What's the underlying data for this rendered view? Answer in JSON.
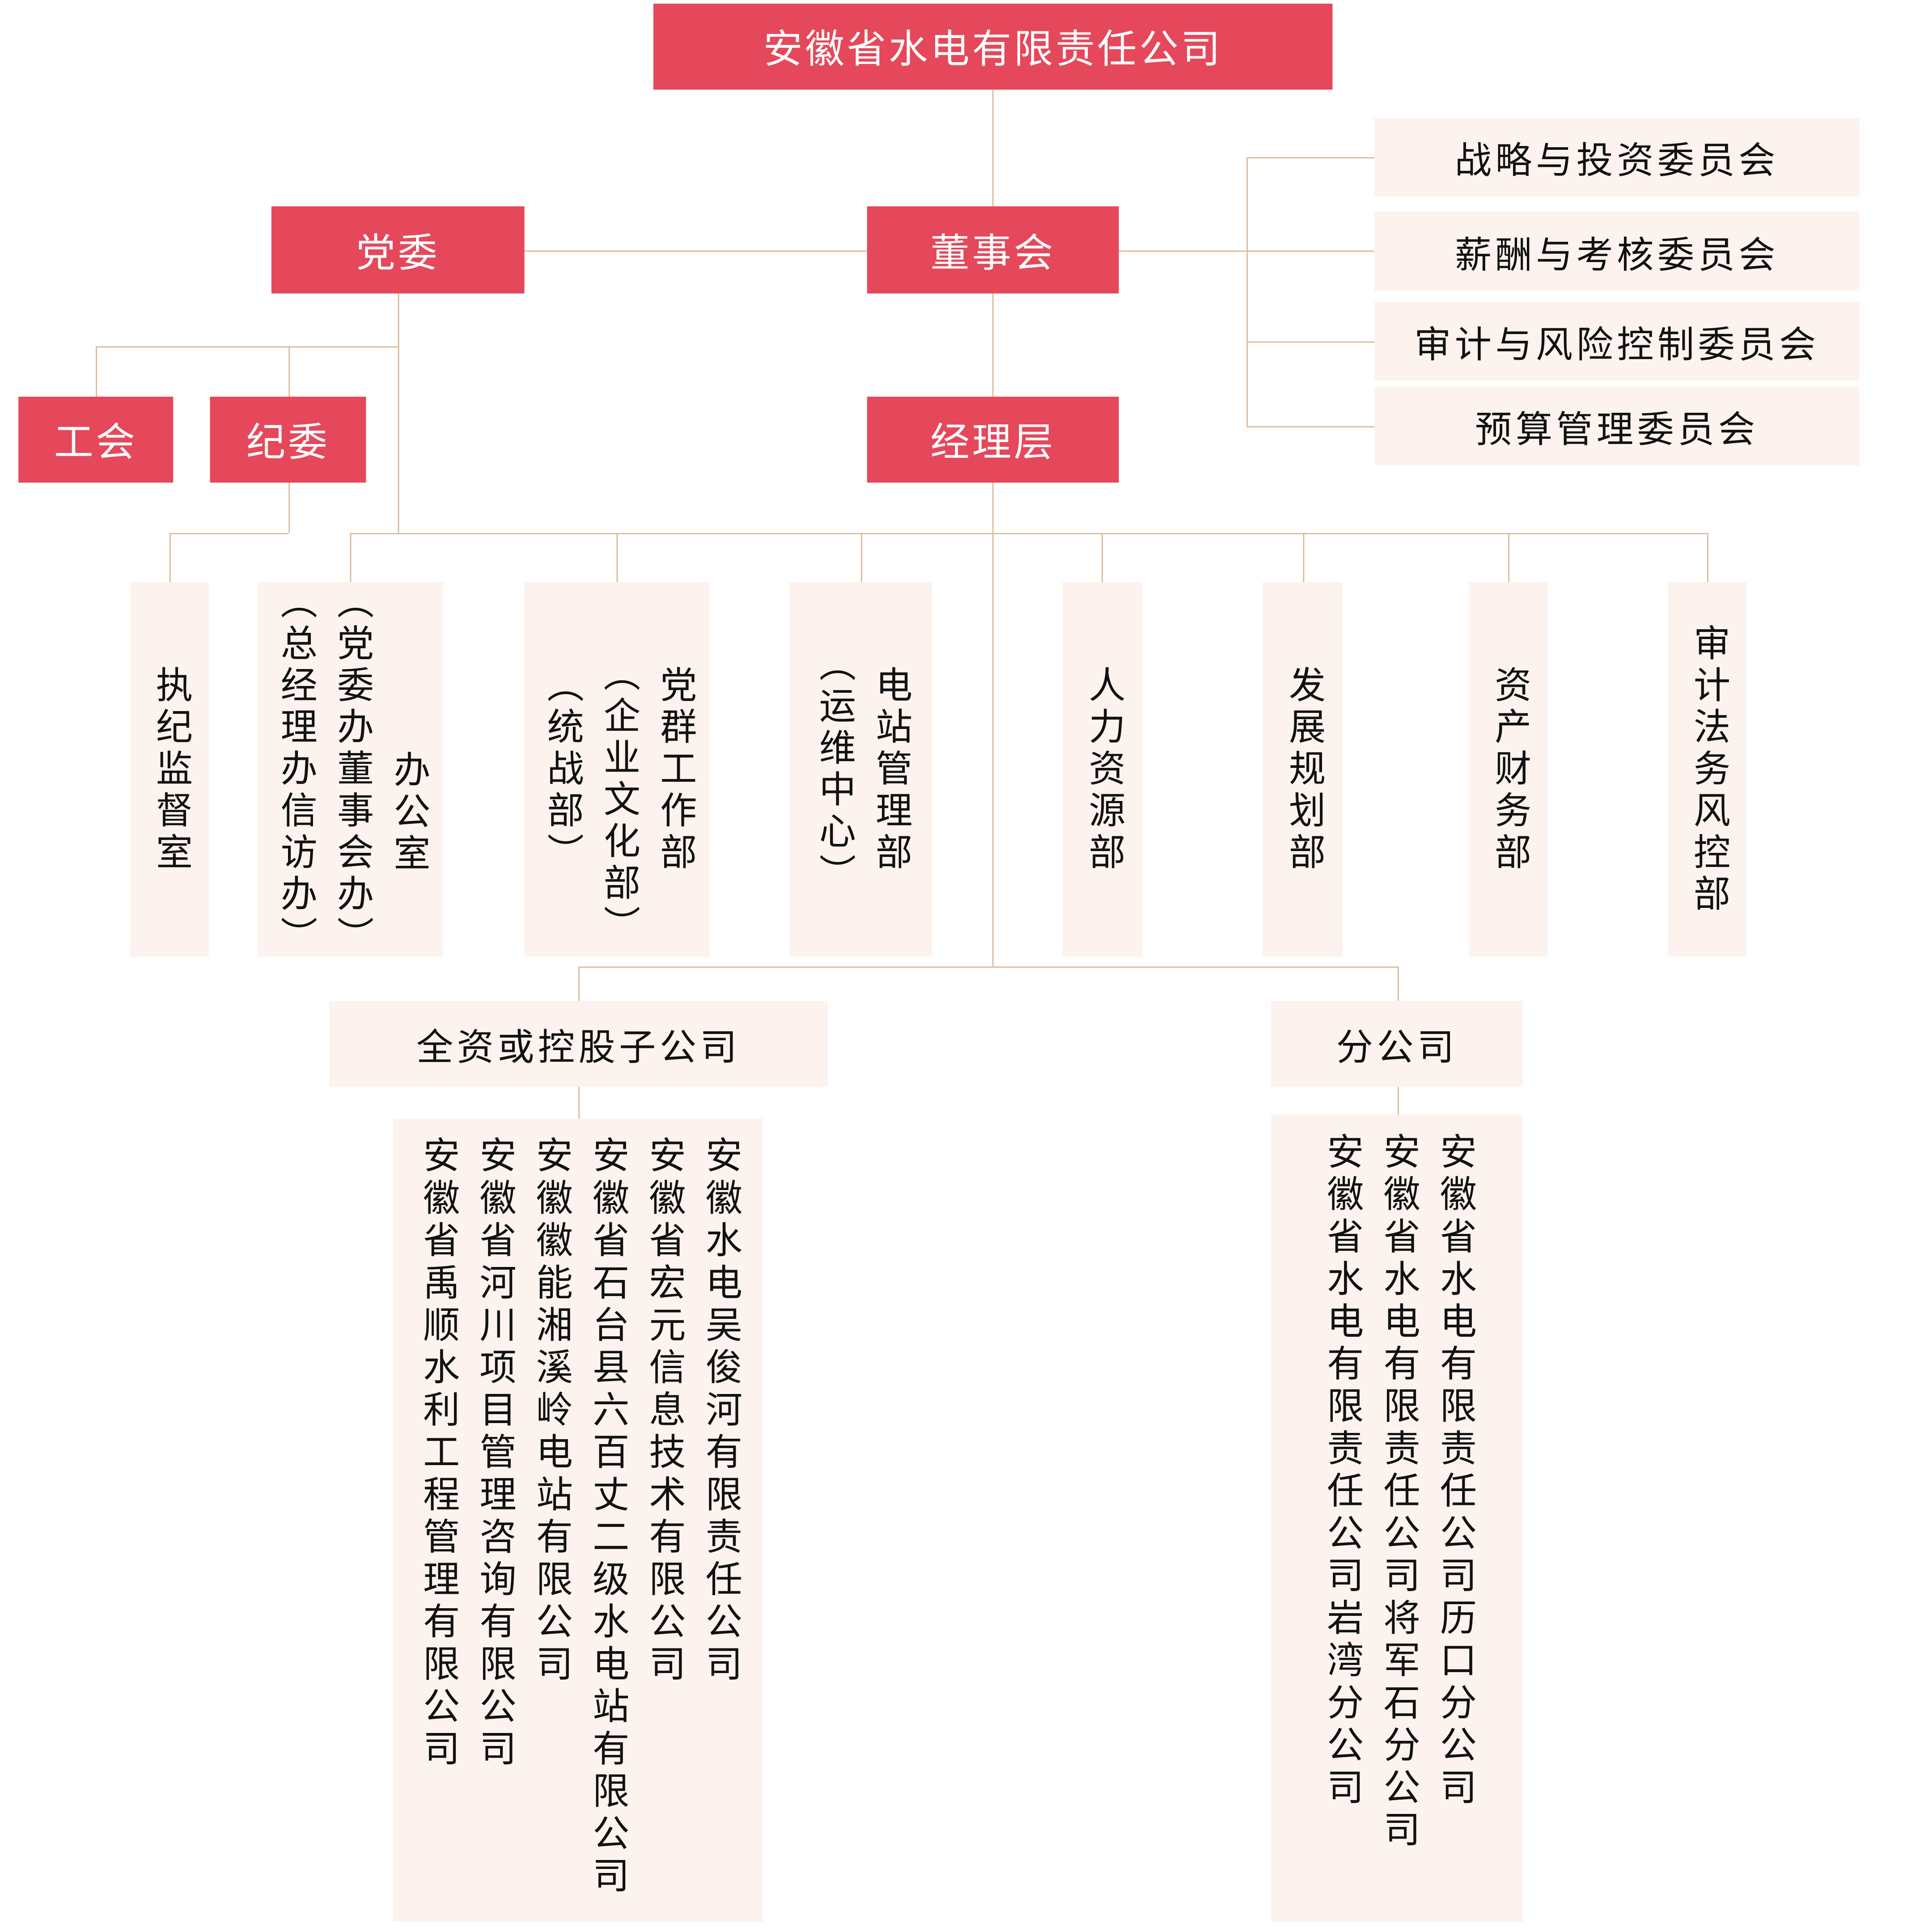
{
  "top": "安徽省水电有限责任公司",
  "party": "党委",
  "board": "董事会",
  "management": "经理层",
  "union": "工会",
  "discipline": "纪委",
  "committees": [
    "战略与投资委员会",
    "薪酬与考核委员会",
    "审计与风险控制委员会",
    "预算管理委员会"
  ],
  "departments": [
    {
      "cols": [
        "执纪监督室"
      ]
    },
    {
      "cols": [
        "办公室",
        "（党委办董事会办）",
        "（总经理办信访办）"
      ]
    },
    {
      "cols": [
        "党群工作部",
        "（企业文化部）",
        "（统战部）"
      ]
    },
    {
      "cols": [
        "电站管理部",
        "（运维中心）"
      ]
    },
    {
      "cols": [
        "人力资源部"
      ]
    },
    {
      "cols": [
        "发展规划部"
      ]
    },
    {
      "cols": [
        "资产财务部"
      ]
    },
    {
      "cols": [
        "审计法务风控部"
      ]
    }
  ],
  "subsidiaries_title": "全资或控股子公司",
  "subsidiaries": [
    "安徽水电吴俊河有限责任公司",
    "安徽省宏元信息技术有限公司",
    "安徽省石台县六百丈二级水电站有限公司",
    "安徽徽能湘溪岭电站有限公司",
    "安徽省河川项目管理咨询有限公司",
    "安徽省禹顺水利工程管理有限公司"
  ],
  "branches_title": "分公司",
  "branches": [
    "安徽省水电有限责任公司历口分公司",
    "安徽省水电有限责任公司将军石分公司",
    "安徽省水电有限责任公司岩湾分公司"
  ],
  "colors": {
    "red": "#E5485A",
    "pink": "#FCF3EE",
    "line": "#D9B896"
  }
}
